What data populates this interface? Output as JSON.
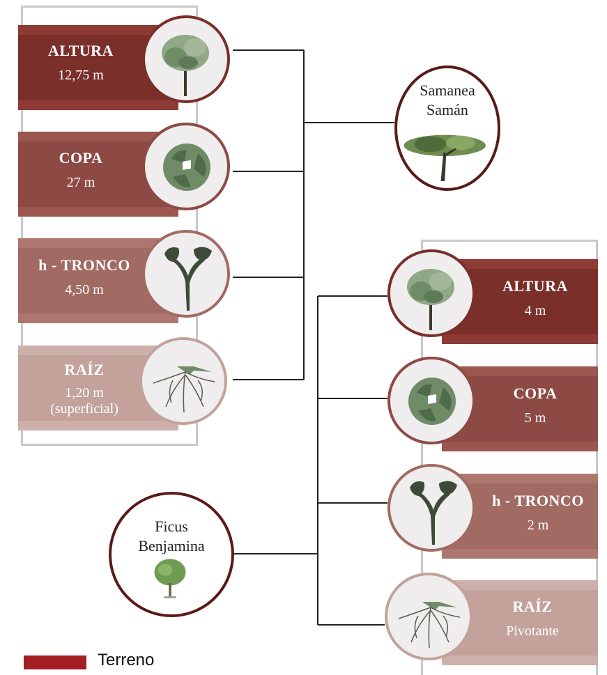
{
  "colors": {
    "altura": "#7a2f2b",
    "copa": "#8d4a44",
    "tronco": "#a16a63",
    "raiz": "#c3a29c",
    "line": "#222222",
    "terreno": "#a31f24"
  },
  "samanea": {
    "name_line1": "Samanea",
    "name_line2": "Samán",
    "altura": {
      "title": "ALTURA",
      "value": "12,75 m"
    },
    "copa": {
      "title": "COPA",
      "value": "27 m"
    },
    "tronco": {
      "title": "h - TRONCO",
      "value": "4,50 m"
    },
    "raiz": {
      "title": "RAÍZ",
      "value": "1,20 m",
      "note": "(superficial)"
    }
  },
  "ficus": {
    "name_line1": "Ficus",
    "name_line2": "Benjamina",
    "altura": {
      "title": "ALTURA",
      "value": "4 m"
    },
    "copa": {
      "title": "COPA",
      "value": "5 m"
    },
    "tronco": {
      "title": "h - TRONCO",
      "value": "2 m"
    },
    "raiz": {
      "title": "RAÍZ",
      "value": "Pivotante"
    }
  },
  "legend": {
    "label": "Terreno"
  },
  "icons": [
    "tree-height-icon",
    "crown-top-view-icon",
    "trunk-icon",
    "roots-icon",
    "samanea-tree-icon",
    "ficus-tree-icon"
  ]
}
